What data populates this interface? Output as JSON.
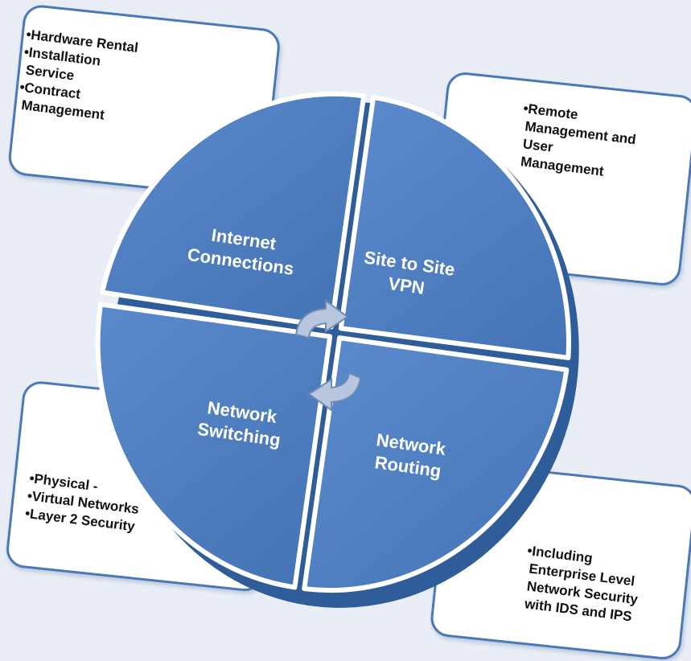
{
  "diagram": {
    "colors": {
      "background": "#e9eef6",
      "segment_fill": "#4f7fbf",
      "segment_edge": "#2f5d9a",
      "box_fill": "#ffffff",
      "box_border": "#4a78b8",
      "arrow_fill": "#b8c6de"
    },
    "segments": [
      {
        "id": "internet",
        "lines": [
          "Internet",
          "Connections"
        ]
      },
      {
        "id": "vpn",
        "lines": [
          "Site to Site",
          "VPN"
        ]
      },
      {
        "id": "switching",
        "lines": [
          "Network",
          "Switching"
        ]
      },
      {
        "id": "routing",
        "lines": [
          "Network",
          "Routing"
        ]
      }
    ],
    "boxes": [
      {
        "id": "internet",
        "lines": [
          "•Hardware Rental",
          "•Installation",
          "  Service",
          "•Contract",
          "  Management"
        ]
      },
      {
        "id": "vpn",
        "lines": [
          "•Remote",
          "  Management and",
          "  User",
          "  Management"
        ]
      },
      {
        "id": "switching",
        "lines": [
          "•Physical -",
          "•Virtual Networks",
          "•Layer 2 Security"
        ]
      },
      {
        "id": "routing",
        "lines": [
          "•Including",
          "  Enterprise Level",
          "  Network Security",
          "  with IDS and IPS"
        ]
      }
    ],
    "center_icon": "refresh-cycle-icon"
  }
}
